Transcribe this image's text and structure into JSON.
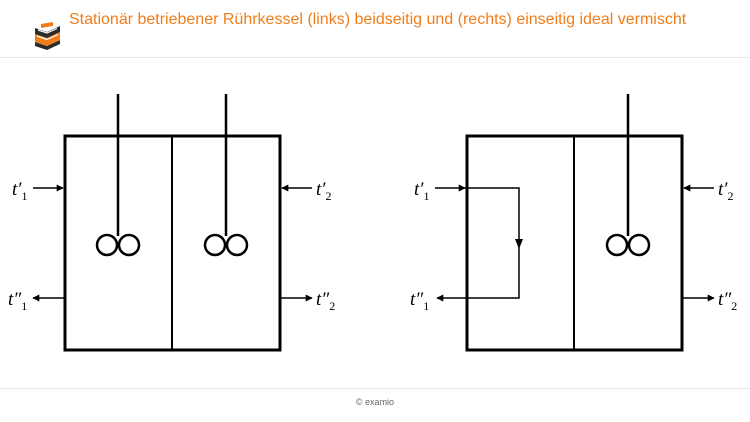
{
  "header": {
    "title": "Stationär betriebener Rührkessel (links) beidseitig und (rechts) einseitig ideal vermischt",
    "logo_icon": "book-logo-icon"
  },
  "colors": {
    "accent": "#f07d1a",
    "line": "#000000"
  },
  "diagrams": [
    {
      "labels": {
        "in1": {
          "sym": "t′",
          "sub": "1"
        },
        "in2": {
          "sym": "t′",
          "sub": "2"
        },
        "out1": {
          "sym": "t″",
          "sub": "1"
        },
        "out2": {
          "sym": "t″",
          "sub": "2"
        }
      }
    },
    {
      "labels": {
        "in1": {
          "sym": "t′",
          "sub": "1"
        },
        "in2": {
          "sym": "t′",
          "sub": "2"
        },
        "out1": {
          "sym": "t″",
          "sub": "1"
        },
        "out2": {
          "sym": "t″",
          "sub": "2"
        }
      }
    }
  ],
  "footer": {
    "copyright": "© examio"
  }
}
